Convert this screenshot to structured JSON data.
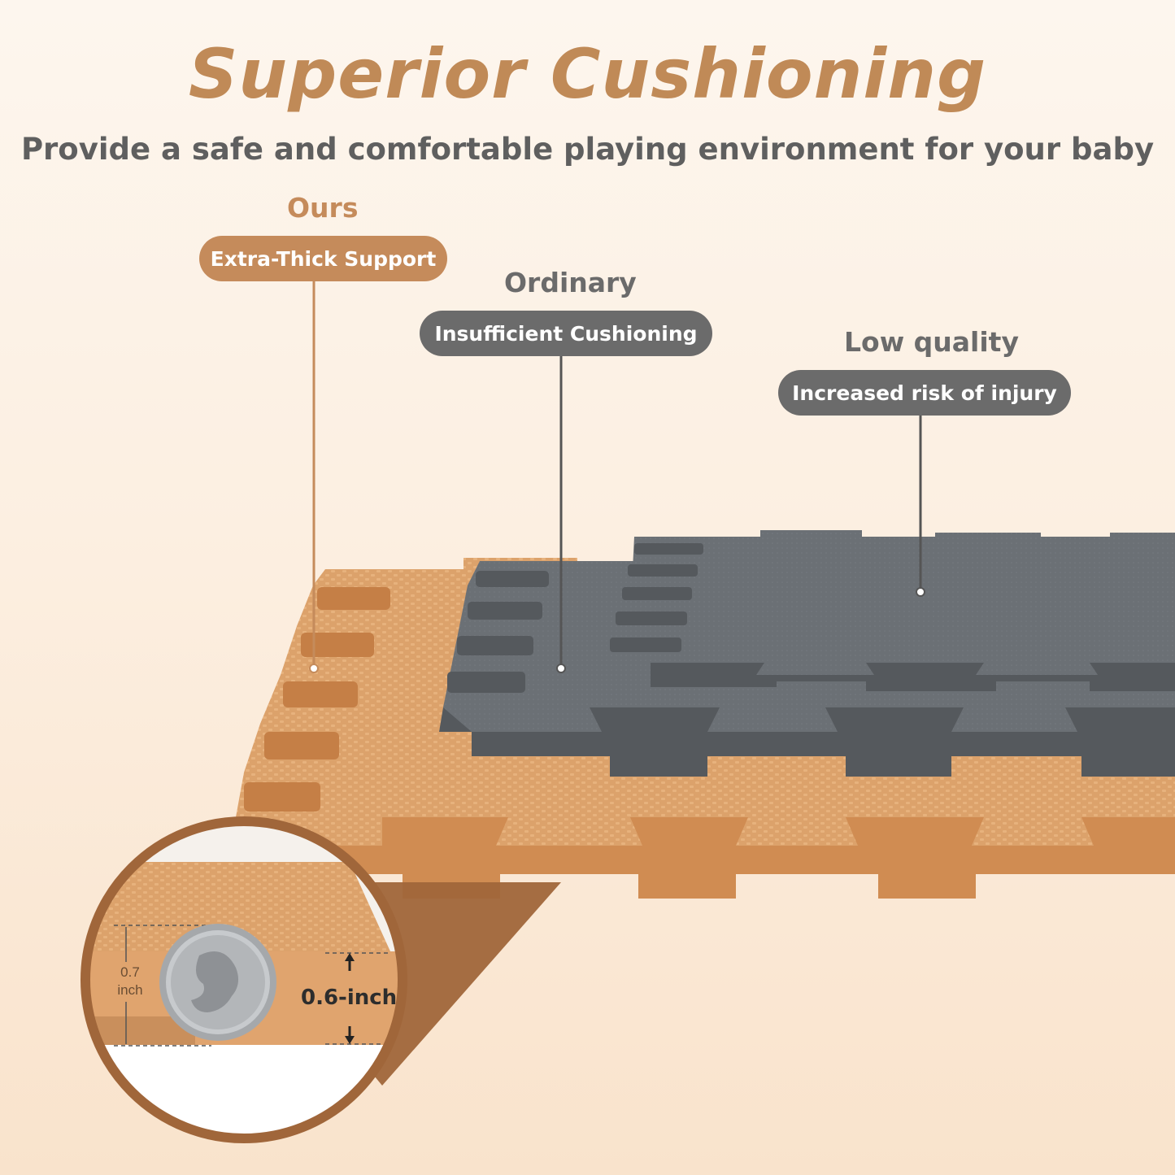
{
  "header": {
    "title": "Superior Cushioning",
    "subtitle": "Provide a safe and comfortable playing environment for your baby"
  },
  "comparison": {
    "ours": {
      "label": "Ours",
      "tag": "Extra-Thick Support",
      "color": "#c58b5b"
    },
    "ordinary": {
      "label": "Ordinary",
      "tag": "Insufficient Cushioning",
      "color": "#6b6b6b"
    },
    "low_quality": {
      "label": "Low quality",
      "tag": "Increased risk of injury",
      "color": "#6b6b6b"
    }
  },
  "zoom": {
    "ours_thickness": "0.6-inch",
    "coin_value": "0.7",
    "coin_unit": "inch"
  },
  "colors": {
    "accent": "#c08a57",
    "mat_tan": "#d9a06c",
    "mat_gray": "#6a6e72"
  }
}
